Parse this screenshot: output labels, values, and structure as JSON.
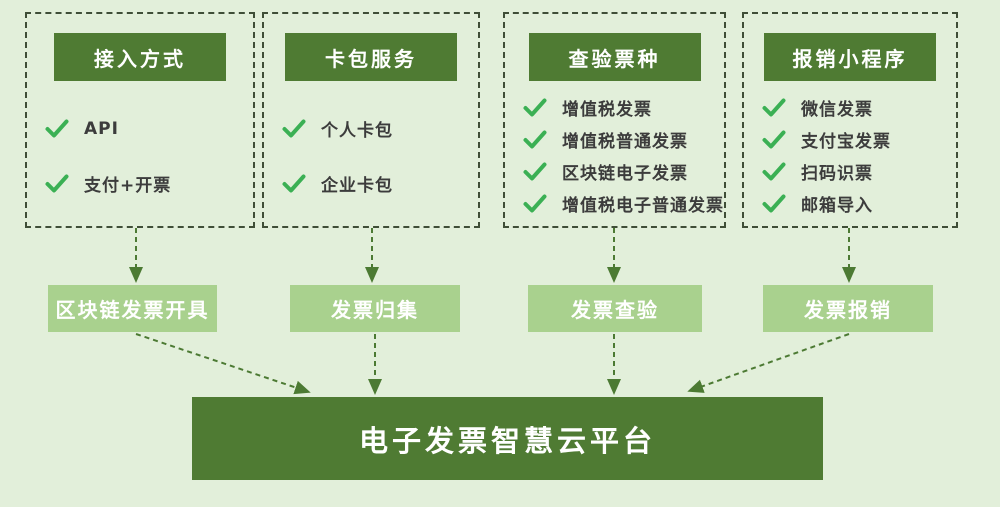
{
  "colors": {
    "bg": "#e2efda",
    "dark_green": "#4f7b33",
    "light_green": "#a9d18e",
    "check_green": "#3bb054",
    "border_dash": "#3f4e37",
    "arrow": "#4c7a33",
    "text_dark": "#3c3c3c",
    "white": "#ffffff"
  },
  "icons": {
    "check": "check-icon"
  },
  "columns": [
    {
      "header": "接入方式",
      "items": [
        "API",
        "支付+开票"
      ]
    },
    {
      "header": "卡包服务",
      "items": [
        "个人卡包",
        "企业卡包"
      ]
    },
    {
      "header": "查验票种",
      "items": [
        "增值税发票",
        "增值税普通发票",
        "区块链电子发票",
        "增值税电子普通发票"
      ]
    },
    {
      "header": "报销小程序",
      "items": [
        "微信发票",
        "支付宝发票",
        "扫码识票",
        "邮箱导入"
      ]
    }
  ],
  "buckets": [
    "区块链发票开具",
    "发票归集",
    "发票查验",
    "发票报销"
  ],
  "platform": "电子发票智慧云平台"
}
